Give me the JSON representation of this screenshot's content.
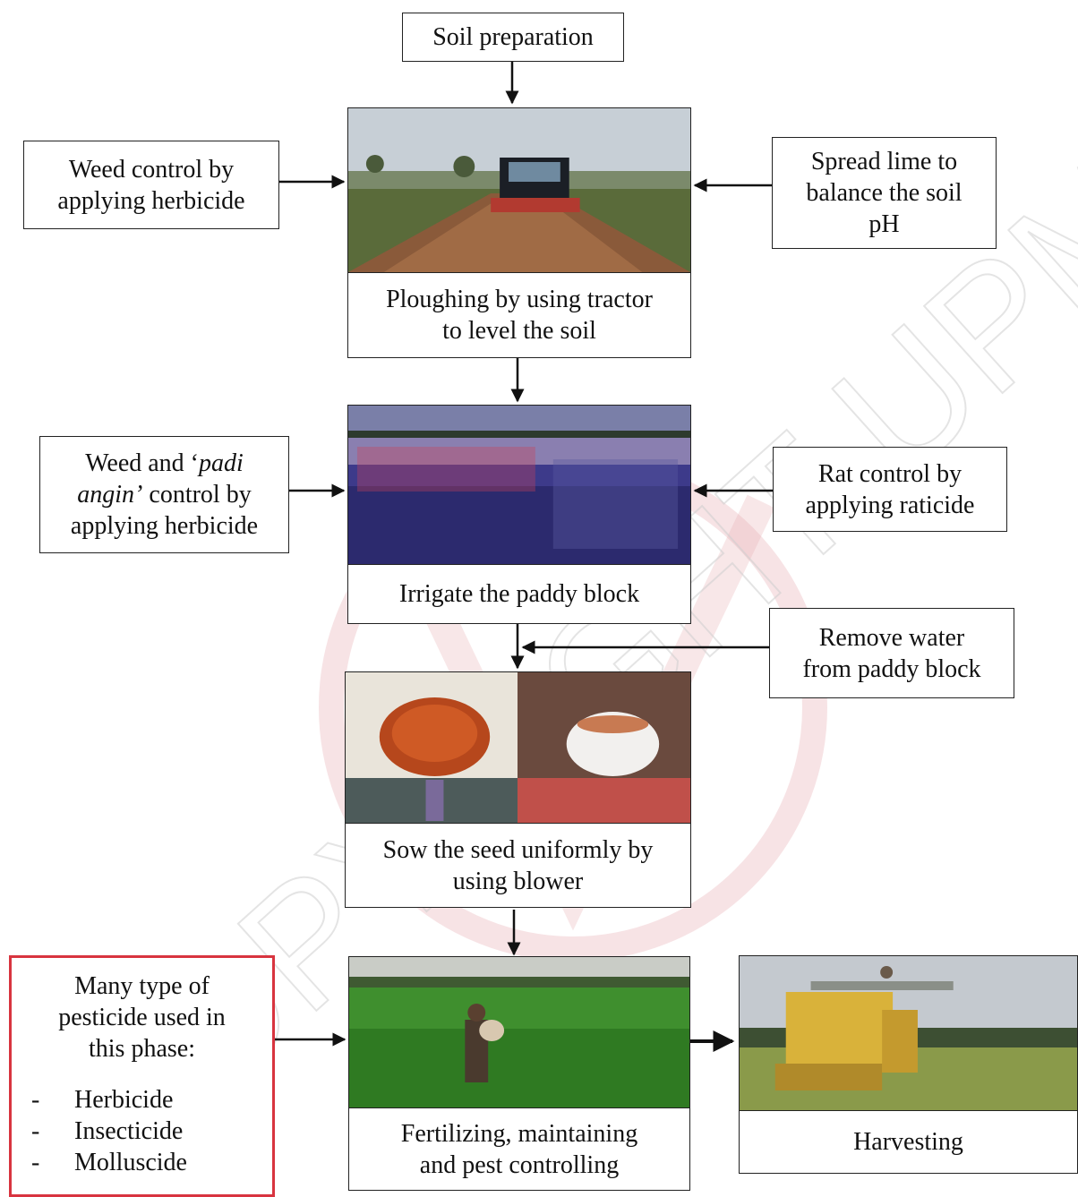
{
  "steps": {
    "soil_preparation": "Soil preparation",
    "ploughing_line1": "Ploughing by using tractor",
    "ploughing_line2": "to level the soil",
    "irrigate": "Irrigate the paddy block",
    "sow_line1": "Sow the seed uniformly by",
    "sow_line2": "using blower",
    "fertilizing_line1": "Fertilizing, maintaining",
    "fertilizing_line2": "and pest controlling",
    "harvesting": "Harvesting"
  },
  "side_notes": {
    "weed_control_1_line1": "Weed control by",
    "weed_control_1_line2": "applying herbicide",
    "spread_lime_line1": "Spread lime to",
    "spread_lime_line2": "balance the soil",
    "spread_lime_line3": "pH",
    "weed_padi_a": "Weed and ‘",
    "weed_padi_italic1": "padi",
    "weed_padi_italic2": "angin’",
    "weed_padi_b": " control by",
    "weed_padi_line3": "applying herbicide",
    "rat_control_line1": "Rat control by",
    "rat_control_line2": "applying raticide",
    "remove_water_line1": "Remove water",
    "remove_water_line2": "from paddy block"
  },
  "pesticides": {
    "intro_line1": "Many type of",
    "intro_line2": "pesticide used in",
    "intro_line3": "this phase:",
    "bullet": "-",
    "items": [
      "Herbicide",
      "Insecticide",
      "Molluscide"
    ]
  },
  "watermark": {
    "copyright_text": "COPYRIGHT UPM",
    "logo_text": "UPM"
  },
  "colors": {
    "pest_border": "#d8343f",
    "watermark": "#c8102e"
  }
}
